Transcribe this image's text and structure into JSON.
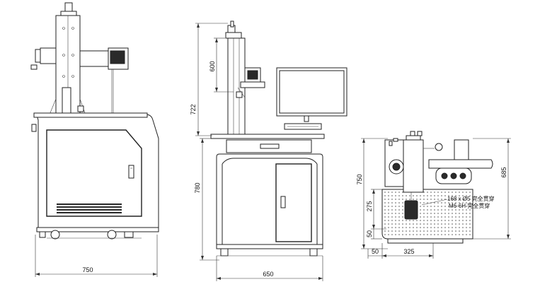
{
  "front_view": {
    "width_label": "750"
  },
  "side_view": {
    "height_600": "600",
    "height_722": "722",
    "height_780": "780",
    "width_label": "650"
  },
  "top_view": {
    "height_750": "750",
    "height_685": "685",
    "dim_275": "275",
    "dim_50_vertical": "50",
    "dim_50_horizontal": "50",
    "dim_325": "325",
    "note_holes": "168 x Ø5 完全贯穿",
    "note_threads": "M6-6H 完全贯穿"
  }
}
